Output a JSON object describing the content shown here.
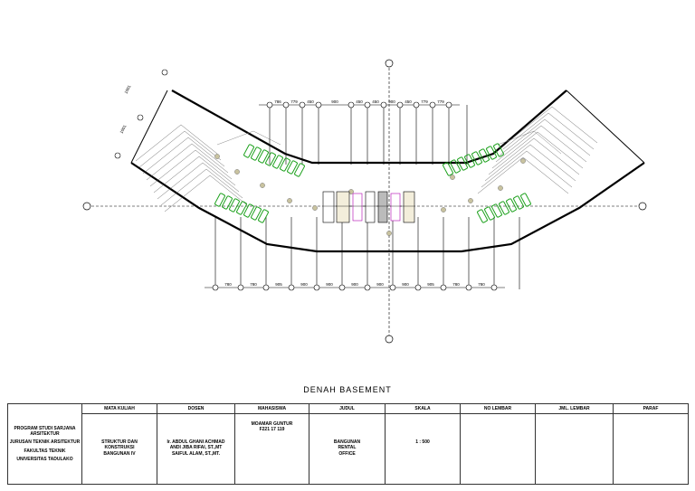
{
  "drawing": {
    "top_dims": [
      "786",
      "779",
      "450",
      "900",
      "450",
      "450",
      "900",
      "450",
      "779",
      "779"
    ],
    "bottom_dims": [
      "780",
      "780",
      "905",
      "900",
      "900",
      "900",
      "900",
      "900",
      "905",
      "780",
      "780"
    ],
    "slant_dims": [
      "1001",
      "1001"
    ]
  },
  "title": "DENAH BASEMENT",
  "table": {
    "headers": [
      "MATA KULIAH",
      "DOSEN",
      "MAHASISWA",
      "JUDUL",
      "SKALA",
      "NO LEMBAR",
      "JML. LEMBAR",
      "PARAF"
    ],
    "left_lines": [
      "PROGRAM STUDI SARJANA ARSITEKTUR",
      "JURUSAN TEKNIK ARSITEKTUR",
      "FAKULTAS TEKNIK",
      "UNIVERSITAS TADULAKO"
    ],
    "mata_kuliah": [
      "STRUKTUR DAN",
      "KONSTRUKSI",
      "BANGUNAN IV"
    ],
    "dosen": [
      "Ir. ABDUL GHANI ACHMAD",
      "ANDI JIBA RIFAI, ST.,MT",
      "SAIFUL ALAM, ST.,MT."
    ],
    "mahasiswa": [
      "MOAMAR GUNTUR",
      "F221 17 119"
    ],
    "judul": [
      "BANGUNAN",
      "RENTAL",
      "OFFICE"
    ],
    "skala": "1 : 500",
    "no_lembar": "",
    "jml_lembar": "",
    "paraf": ""
  }
}
